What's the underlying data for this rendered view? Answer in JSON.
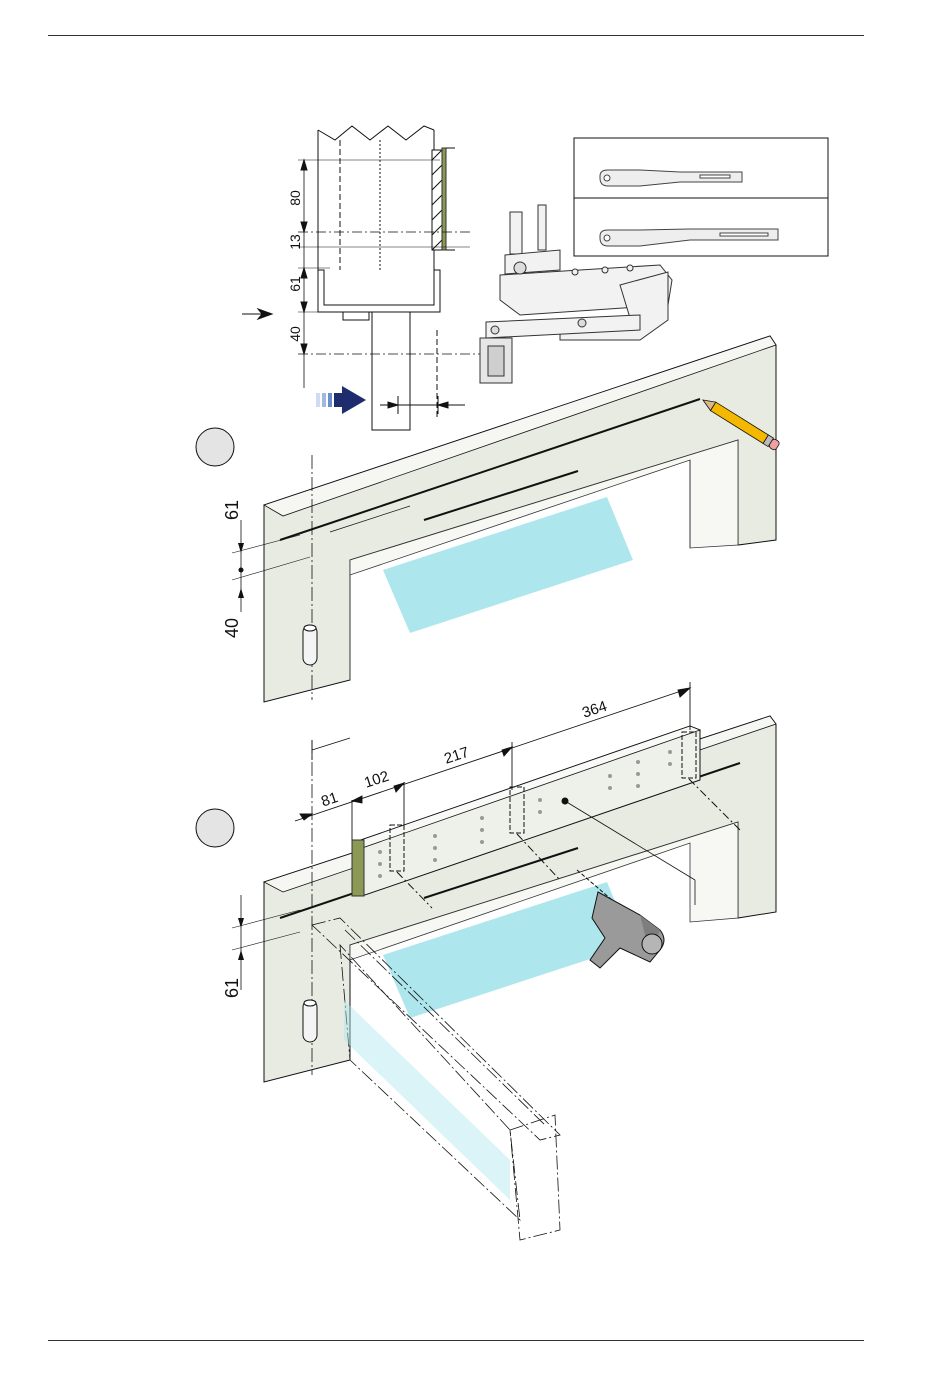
{
  "colors": {
    "frame_fill": "#e8ebe2",
    "frame_face": "#f7f8f4",
    "glass": "#aee6ee",
    "line": "#111111",
    "pencil_body": "#f5b800",
    "pencil_tip": "#f0a0a0",
    "arrow_dark": "#1f2d6e",
    "arrow_light": "#6a8fd0",
    "drill": "#9a9a9a",
    "plate_end": "#8a9a55"
  },
  "section_top": {
    "dims": {
      "d80": "80",
      "d13": "13",
      "d61": "61",
      "d40": "40"
    }
  },
  "step1": {
    "dims": {
      "d61": "61",
      "d40": "40"
    }
  },
  "step2": {
    "dims": {
      "d81": "81",
      "d102": "102",
      "d217": "217",
      "d364": "364",
      "d61": "61"
    }
  },
  "icons": {
    "pencil": "pencil-icon",
    "drill": "drill-icon",
    "direction_arrow": "arrow-right-icon"
  }
}
